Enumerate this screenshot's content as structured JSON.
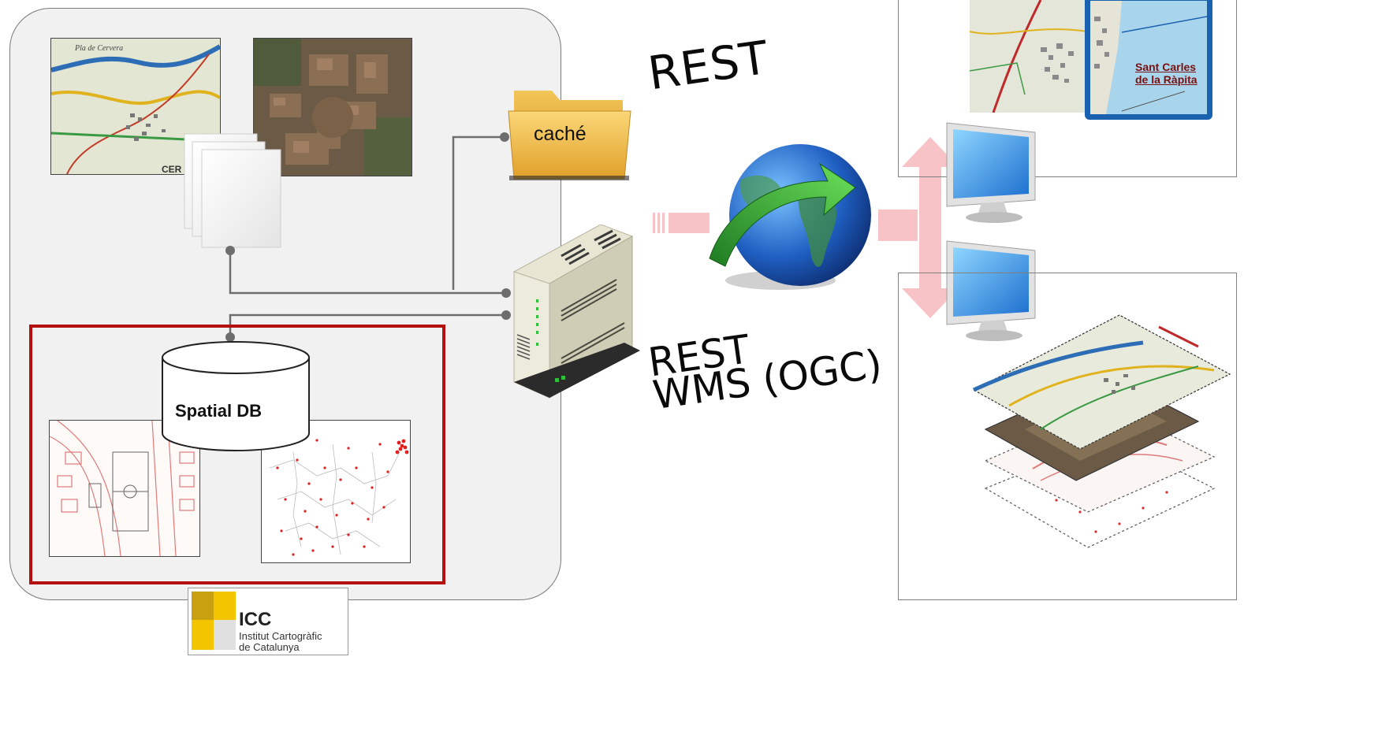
{
  "labels": {
    "cache": "caché",
    "rest_top": "REST",
    "rest_bottom_line1": "REST",
    "rest_bottom_line2": "WMS (OGC)",
    "spatial_db": "Spatial DB"
  },
  "logo": {
    "title": "ICC",
    "subtitle_line1": "Institut Cartogràfic",
    "subtitle_line2": "de Catalunya"
  },
  "inset_map": {
    "place_line1": "Sant Carles",
    "place_line2": "de la Ràpita"
  },
  "colors": {
    "db_frame": "#b41010",
    "arrow": "#f7c3c6",
    "inset_frame": "#1a62b0",
    "connector": "#6d6d6d"
  },
  "icons": [
    "folder-icon",
    "server-icon",
    "globe-icon",
    "monitor-icon",
    "database-icon",
    "document-stack-icon"
  ]
}
